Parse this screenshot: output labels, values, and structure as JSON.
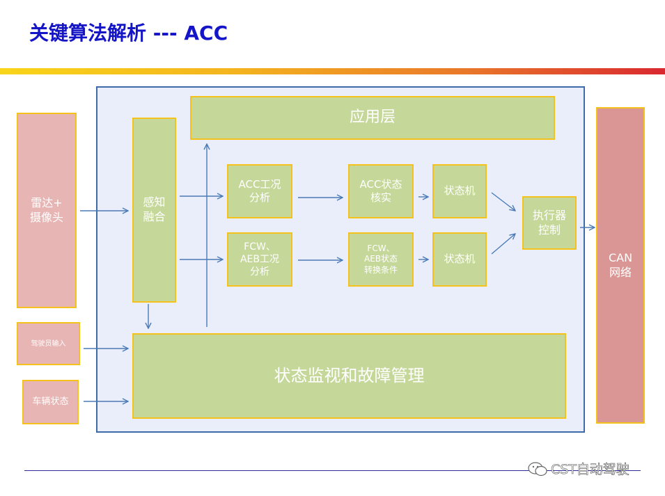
{
  "title": "关键算法解析 --- ACC",
  "blocks": {
    "app_layer": "应用层",
    "radar_camera": "雷达+\n摄像头",
    "perception_fusion": "感知\n融合",
    "acc_condition": "ACC工况\n分析",
    "fcw_aeb_condition": "FCW、\nAEB工况\n分析",
    "acc_state_check": "ACC状态\n核实",
    "fcw_aeb_transition": "FCW、\nAEB状态\n转换条件",
    "state_machine_1": "状态机",
    "state_machine_2": "状态机",
    "actuator_control": "执行器\n控制",
    "can_network": "CAN\n网络",
    "driver_input": "驾驶员输入",
    "vehicle_state": "车辆状态",
    "monitoring": "状态监视和故障管理"
  },
  "watermark": "CST自动驾驶",
  "colors": {
    "title": "#1515c8",
    "panel_fill": "#eaeefb",
    "panel_border": "#3d6aa8",
    "green_block": "#c5d89a",
    "pink_block": "#e7b5b4",
    "can_block": "#d99694",
    "block_border": "#f5c21b",
    "arrow": "#4a7ab5"
  }
}
